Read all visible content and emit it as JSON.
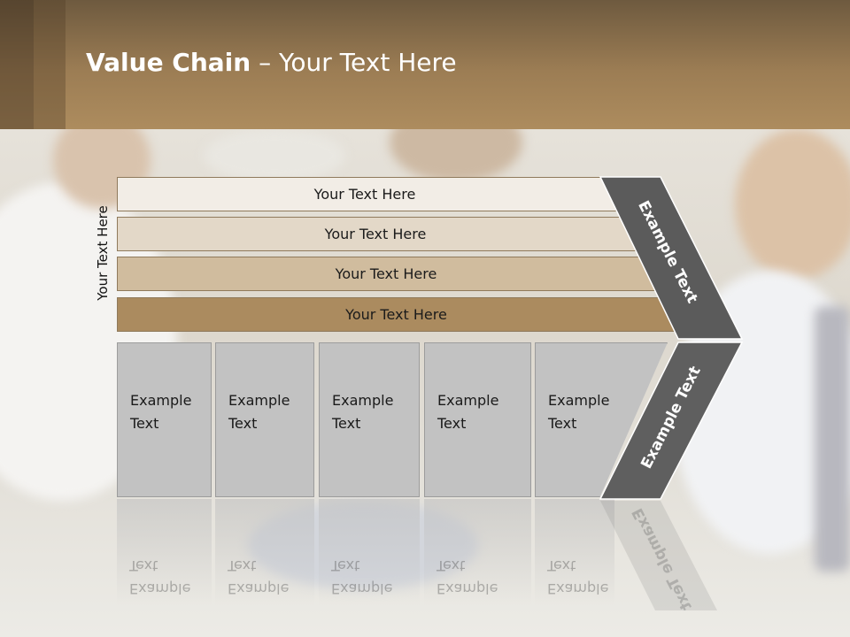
{
  "slide": {
    "title_bold": "Value Chain",
    "title_rest": " – Your Text Here",
    "side_label": "Your Text Here"
  },
  "bars": [
    {
      "label": "Your Text Here",
      "color": "#f2ede6"
    },
    {
      "label": "Your Text Here",
      "color": "#e3d8c8"
    },
    {
      "label": "Your Text Here",
      "color": "#d0bc9e"
    },
    {
      "label": "Your Text Here",
      "color": "#ab8b5f"
    }
  ],
  "boxes": [
    {
      "label": "Example Text"
    },
    {
      "label": "Example Text"
    },
    {
      "label": "Example Text"
    },
    {
      "label": "Example Text"
    },
    {
      "label": "Example Text"
    }
  ],
  "chevron": {
    "upper_label": "Example Text",
    "lower_label": "Example Text",
    "upper_color": "#5b5b5b",
    "lower_color": "#5f5f5f"
  }
}
